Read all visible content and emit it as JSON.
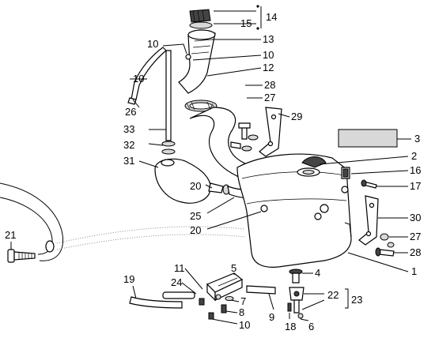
{
  "callouts": {
    "c1": "1",
    "c2": "2",
    "c3": "3",
    "c4": "4",
    "c5": "5",
    "c6": "6",
    "c7": "7",
    "c8": "8",
    "c9": "9",
    "c10a": "10",
    "c10b": "10",
    "c10c": "10",
    "c10d": "10",
    "c11": "11",
    "c12": "12",
    "c13": "13",
    "c14": "14",
    "c15": "15",
    "c16": "16",
    "c17": "17",
    "c18": "18",
    "c19": "19",
    "c20a": "20",
    "c20b": "20",
    "c21": "21",
    "c22": "22",
    "c23": "23",
    "c24": "24",
    "c25": "25",
    "c26": "26",
    "c27a": "27",
    "c27b": "27",
    "c28a": "28",
    "c28b": "28",
    "c29": "29",
    "c30": "30",
    "c31": "31",
    "c32": "32",
    "c33": "33"
  }
}
